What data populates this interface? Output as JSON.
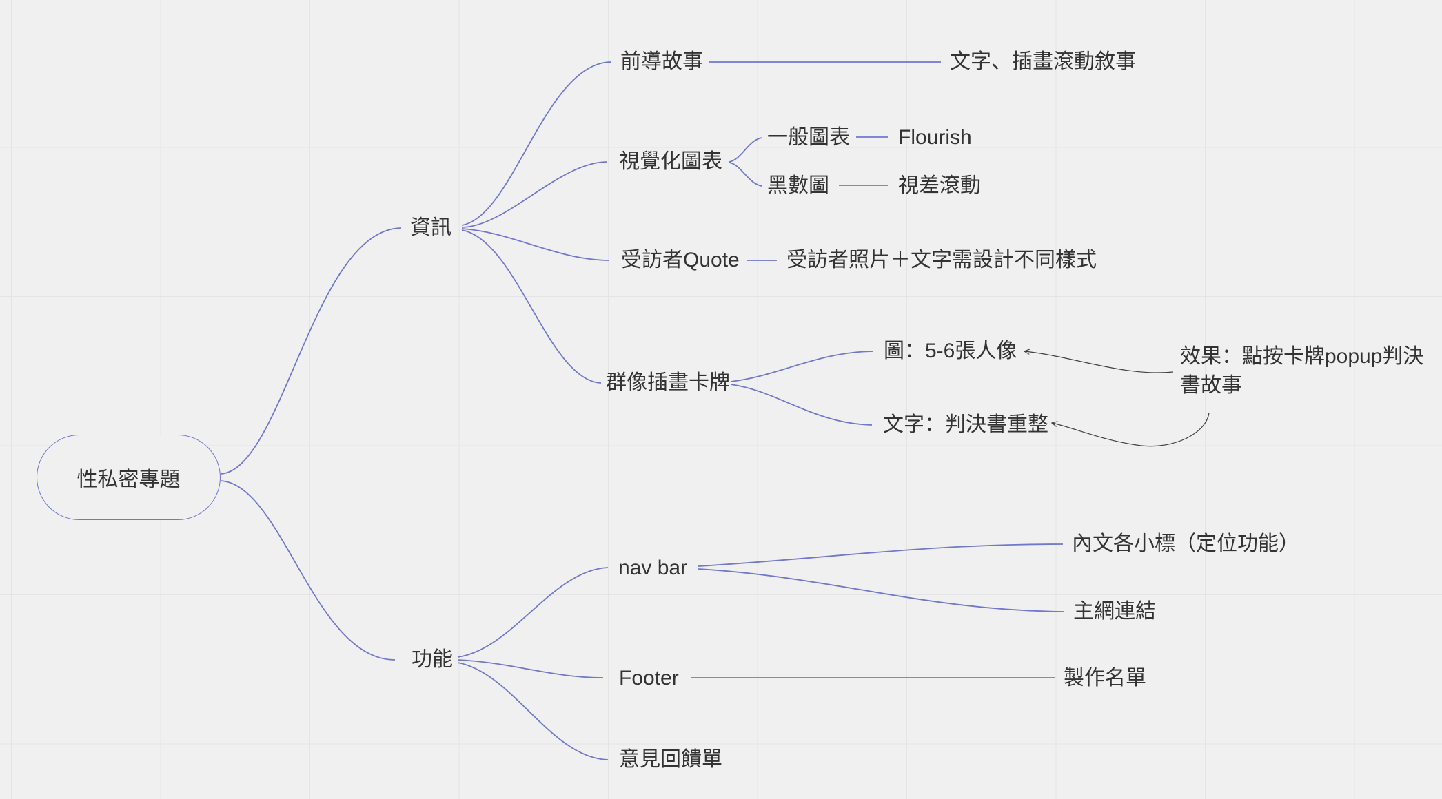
{
  "colors": {
    "edge": "#7177cd",
    "arrow": "#3f3f3f",
    "text": "#333333",
    "background": "#f0f0f1",
    "grid": "#e4e4e6"
  },
  "mindmap": {
    "root": {
      "label": "性私密專題",
      "children": [
        {
          "label": "資訊",
          "children": [
            {
              "label": "前導故事",
              "children": [
                {
                  "label": "文字、插畫滾動敘事"
                }
              ]
            },
            {
              "label": "視覺化圖表",
              "children": [
                {
                  "label": "一般圖表",
                  "children": [
                    {
                      "label": "Flourish"
                    }
                  ]
                },
                {
                  "label": "黑數圖",
                  "children": [
                    {
                      "label": "視差滾動"
                    }
                  ]
                }
              ]
            },
            {
              "label": "受訪者Quote",
              "children": [
                {
                  "label": "受訪者照片＋文字需設計不同樣式"
                }
              ]
            },
            {
              "label": "群像插畫卡牌",
              "children": [
                {
                  "label": "圖：5-6張人像"
                },
                {
                  "label": "文字：判決書重整"
                }
              ]
            }
          ]
        },
        {
          "label": "功能",
          "children": [
            {
              "label": "nav bar",
              "children": [
                {
                  "label": "內文各小標（定位功能）"
                },
                {
                  "label": "主網連結"
                }
              ]
            },
            {
              "label": "Footer",
              "children": [
                {
                  "label": "製作名單"
                }
              ]
            },
            {
              "label": "意見回饋單"
            }
          ]
        }
      ]
    },
    "annotation": {
      "label": "效果：點按卡牌popup判決書故事"
    }
  }
}
